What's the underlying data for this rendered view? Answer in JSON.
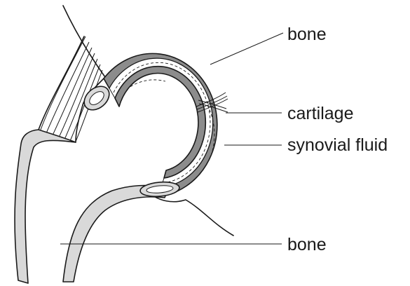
{
  "labels": {
    "bone_top": "bone",
    "cartilage": "cartilage",
    "synovial_fluid": "synovial fluid",
    "bone_bottom": "bone"
  },
  "colors": {
    "cartilage_fill": "#8c8c8c",
    "bone_fill": "#d9d9d9",
    "ink": "#1a1a1a"
  }
}
